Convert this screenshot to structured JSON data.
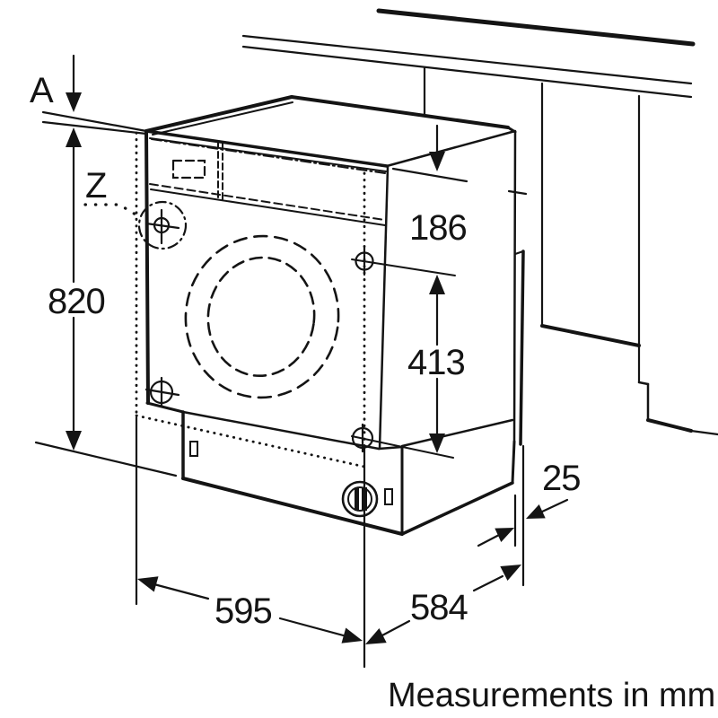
{
  "diagram": {
    "type": "appliance-installation-drawing",
    "subject": "built-in washing machine niche dimensions",
    "units": "mm",
    "footer_note": "Measurements in mm",
    "labels": {
      "top_gap": "A",
      "hinge_detail": "Z",
      "niche_height": "820",
      "panel_clearance": "186",
      "hinge_span": "413",
      "door_width": "595",
      "appliance_depth": "584",
      "rear_wall_gap": "25"
    },
    "colors": {
      "line": "#141414",
      "background": "#ffffff"
    }
  }
}
